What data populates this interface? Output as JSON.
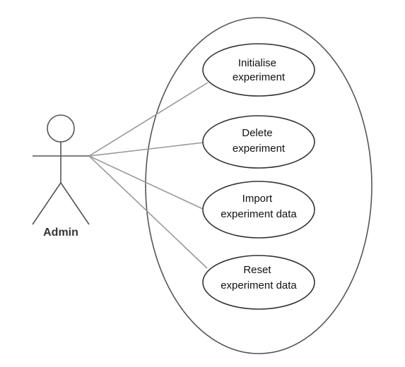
{
  "actor": {
    "label": "Admin"
  },
  "use_cases": [
    {
      "id": "initialise-experiment",
      "lines": [
        "Initialise",
        "experiment"
      ]
    },
    {
      "id": "delete-experiment",
      "lines": [
        "Delete",
        "experiment"
      ]
    },
    {
      "id": "import-experiment-data",
      "lines": [
        "Import",
        "experiment data"
      ]
    },
    {
      "id": "reset-experiment-data",
      "lines": [
        "Reset",
        "experiment data"
      ]
    }
  ],
  "associations": [
    {
      "from": "actor",
      "to": "initialise-experiment"
    },
    {
      "from": "actor",
      "to": "delete-experiment"
    },
    {
      "from": "actor",
      "to": "import-experiment-data"
    },
    {
      "from": "actor",
      "to": "reset-experiment-data"
    }
  ],
  "colors": {
    "outline": "#333333",
    "association": "#999999",
    "actor": "#555555",
    "text": "#111111"
  }
}
